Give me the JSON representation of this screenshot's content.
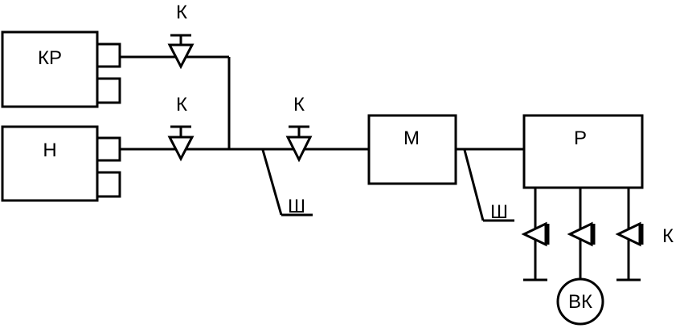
{
  "labels": {
    "kr_unit": "КР",
    "n_unit": "Н",
    "m_unit": "М",
    "p_unit": "Р",
    "vk_unit": "ВК",
    "valve_top": "К",
    "valve_middle": "К",
    "valve_main": "К",
    "valve_right": "К",
    "hose_left": "Ш",
    "hose_right": "Ш"
  },
  "colors": {
    "line": "#000000",
    "background": "#ffffff"
  }
}
